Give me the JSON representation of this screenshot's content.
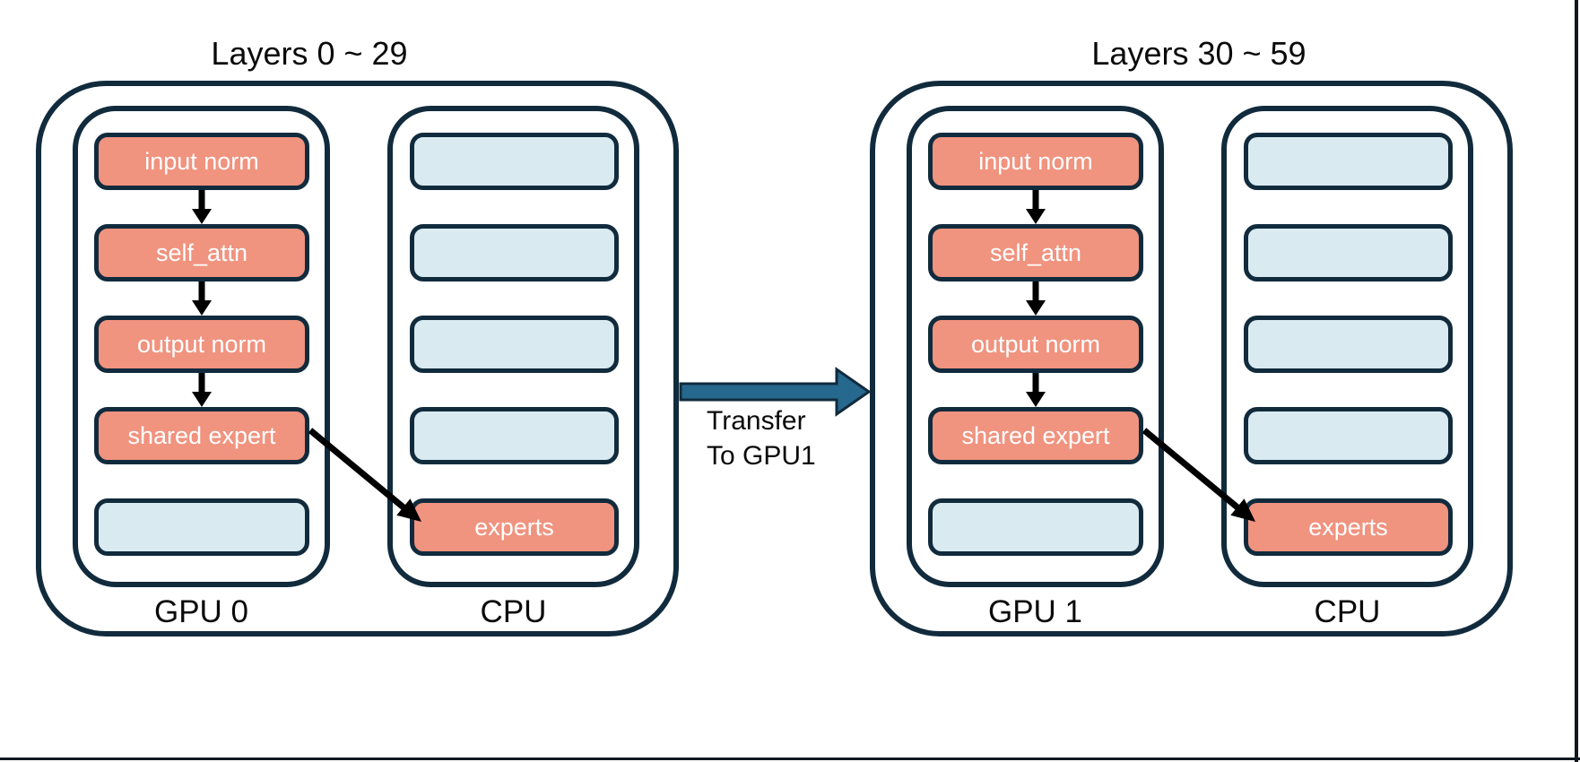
{
  "colors": {
    "navy": "#112B3D",
    "salmon": "#F0937F",
    "lblue": "#D9EAF1",
    "arrowblue": "#26688E",
    "edge": "#101820",
    "ink": "#0A0A0A",
    "boxtext": "#FFFFFF"
  },
  "groups": [
    {
      "title": "Layers 0 ~ 29",
      "columns": [
        {
          "label": "GPU 0",
          "boxes": [
            {
              "label": "input norm",
              "type": "salmon"
            },
            {
              "label": "self_attn",
              "type": "salmon"
            },
            {
              "label": "output norm",
              "type": "salmon"
            },
            {
              "label": "shared expert",
              "type": "salmon"
            },
            {
              "label": "",
              "type": "blue"
            }
          ]
        },
        {
          "label": "CPU",
          "boxes": [
            {
              "label": "",
              "type": "blue"
            },
            {
              "label": "",
              "type": "blue"
            },
            {
              "label": "",
              "type": "blue"
            },
            {
              "label": "",
              "type": "blue"
            },
            {
              "label": "experts",
              "type": "salmon"
            }
          ]
        }
      ]
    },
    {
      "title": "Layers 30 ~ 59",
      "columns": [
        {
          "label": "GPU 1",
          "boxes": [
            {
              "label": "input norm",
              "type": "salmon"
            },
            {
              "label": "self_attn",
              "type": "salmon"
            },
            {
              "label": "output norm",
              "type": "salmon"
            },
            {
              "label": "shared expert",
              "type": "salmon"
            },
            {
              "label": "",
              "type": "blue"
            }
          ]
        },
        {
          "label": "CPU",
          "boxes": [
            {
              "label": "",
              "type": "blue"
            },
            {
              "label": "",
              "type": "blue"
            },
            {
              "label": "",
              "type": "blue"
            },
            {
              "label": "",
              "type": "blue"
            },
            {
              "label": "experts",
              "type": "salmon"
            }
          ]
        }
      ]
    }
  ],
  "transfer": {
    "line1": "Transfer",
    "line2": "To GPU1"
  }
}
